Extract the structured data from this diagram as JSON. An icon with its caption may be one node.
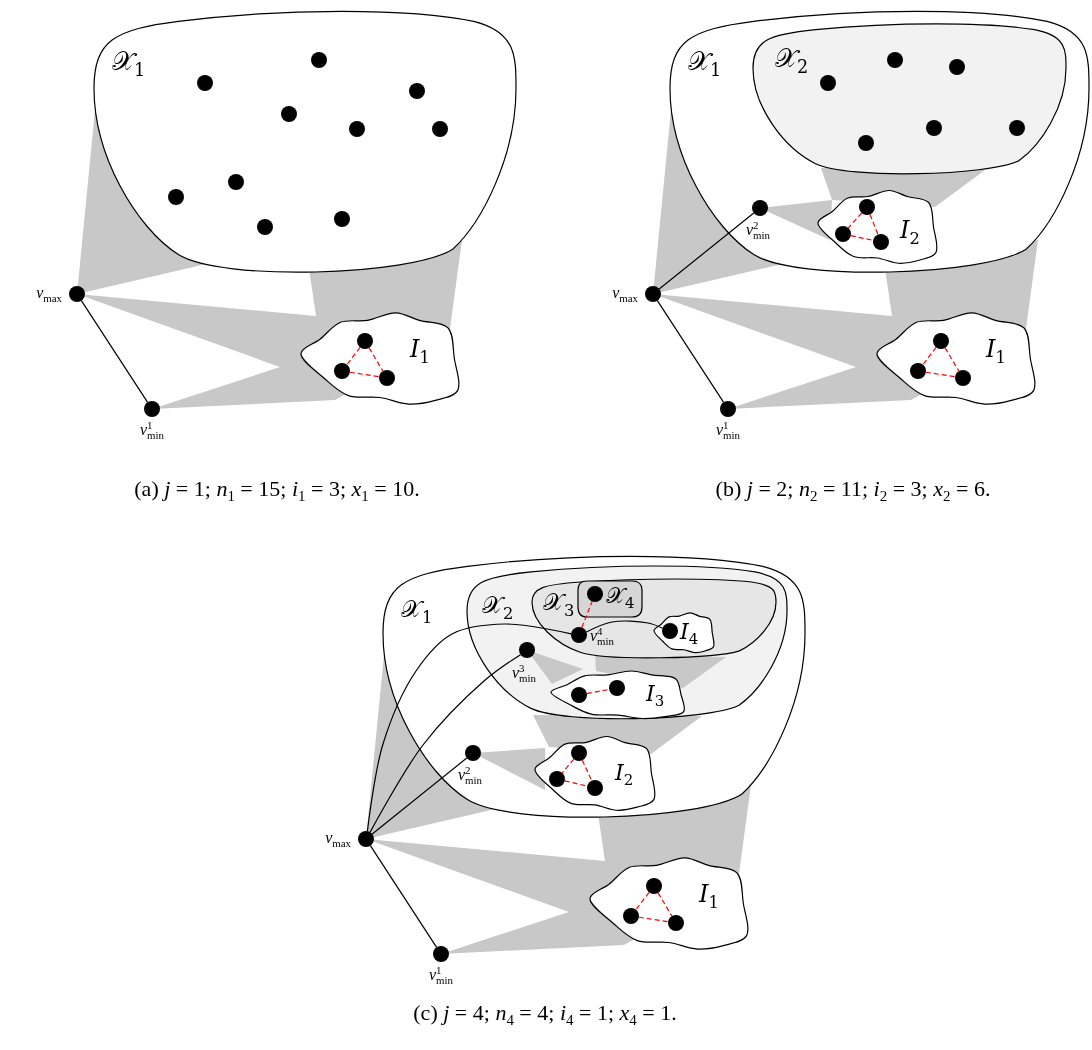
{
  "diagram": {
    "nodes": [
      {
        "text": [
          "𝒳$_{1}$"
        ]
      },
      {
        "text": [
          "*I*$_{1}$"
        ]
      },
      {
        "text": [],
        "shape": "circle",
        "in": 0
      },
      {
        "text": [],
        "shape": "circle",
        "in": 0
      },
      {
        "text": [],
        "shape": "circle",
        "in": 0
      },
      {
        "text": [],
        "shape": "circle",
        "in": 0
      },
      {
        "text": [],
        "shape": "circle",
        "in": 0
      },
      {
        "text": [],
        "shape": "circle",
        "in": 0
      },
      {
        "text": [],
        "shape": "circle",
        "in": 0
      },
      {
        "text": [],
        "shape": "circle",
        "in": 0
      },
      {
        "text": [],
        "shape": "circle",
        "in": 0
      },
      {
        "text": [],
        "shape": "circle",
        "in": 0
      },
      {
        "text": [],
        "shape": "circle",
        "in": 1
      },
      {
        "text": [],
        "shape": "circle",
        "in": 1
      },
      {
        "text": [],
        "shape": "circle",
        "in": 1
      },
      {
        "text": [],
        "shape": "circle",
        "beside": [
          "*v*$_{max}$"
        ]
      },
      {
        "text": [],
        "shape": "circle",
        "beside": [
          "*v*$^{1}$$_{min}$"
        ]
      },
      {
        "text": [
          "𝒳$_{1}$"
        ]
      },
      {
        "text": [
          "𝒳$_{2}$"
        ],
        "in": 17
      },
      {
        "text": [
          "*I*$_{2}$"
        ],
        "in": 17
      },
      {
        "text": [
          "*I*$_{1}$"
        ]
      },
      {
        "text": [],
        "shape": "circle",
        "in": 18
      },
      {
        "text": [],
        "shape": "circle",
        "in": 18
      },
      {
        "text": [],
        "shape": "circle",
        "in": 18
      },
      {
        "text": [],
        "shape": "circle",
        "in": 18
      },
      {
        "text": [],
        "shape": "circle",
        "in": 18
      },
      {
        "text": [],
        "shape": "circle",
        "in": 18
      },
      {
        "text": [],
        "shape": "circle",
        "in": 19
      },
      {
        "text": [],
        "shape": "circle",
        "in": 19
      },
      {
        "text": [],
        "shape": "circle",
        "in": 19
      },
      {
        "text": [],
        "shape": "circle",
        "in": 20
      },
      {
        "text": [],
        "shape": "circle",
        "in": 20
      },
      {
        "text": [],
        "shape": "circle",
        "in": 20
      },
      {
        "text": [],
        "shape": "circle",
        "in": 17,
        "beside": [
          "*v*$^{2}$$_{min}$"
        ]
      },
      {
        "text": [],
        "shape": "circle",
        "beside": [
          "*v*$_{max}$"
        ]
      },
      {
        "text": [],
        "shape": "circle",
        "beside": [
          "*v*$^{1}$$_{min}$"
        ]
      },
      {
        "text": [
          "𝒳$_{1}$"
        ]
      },
      {
        "text": [
          "𝒳$_{2}$"
        ],
        "in": 36
      },
      {
        "text": [
          "𝒳$_{3}$"
        ],
        "in": 37
      },
      {
        "text": [
          "𝒳$_{4}$"
        ],
        "in": 38
      },
      {
        "text": [
          "*I*$_{4}$"
        ],
        "in": 38
      },
      {
        "text": [
          "*I*$_{3}$"
        ],
        "in": 37
      },
      {
        "text": [
          "*I*$_{2}$"
        ],
        "in": 36
      },
      {
        "text": [
          "*I*$_{1}$"
        ]
      },
      {
        "text": [],
        "shape": "circle",
        "in": 39
      },
      {
        "text": [],
        "shape": "circle",
        "in": 38,
        "beside": [
          "*v*$^{4}$$_{min}$"
        ]
      },
      {
        "text": [],
        "shape": "circle",
        "in": 40
      },
      {
        "text": [],
        "shape": "circle",
        "in": 37,
        "beside": [
          "*v*$^{3}$$_{min}$"
        ]
      },
      {
        "text": [],
        "shape": "circle",
        "in": 41
      },
      {
        "text": [],
        "shape": "circle",
        "in": 41
      },
      {
        "text": [],
        "shape": "circle",
        "in": 36,
        "beside": [
          "*v*$^{2}$$_{min}$"
        ]
      },
      {
        "text": [],
        "shape": "circle",
        "in": 42
      },
      {
        "text": [],
        "shape": "circle",
        "in": 42
      },
      {
        "text": [],
        "shape": "circle",
        "in": 42
      },
      {
        "text": [],
        "shape": "circle",
        "in": 43
      },
      {
        "text": [],
        "shape": "circle",
        "in": 43
      },
      {
        "text": [],
        "shape": "circle",
        "in": 43
      },
      {
        "text": [],
        "shape": "circle",
        "beside": [
          "*v*$_{max}$"
        ]
      },
      {
        "text": [],
        "shape": "circle",
        "beside": [
          "*v*$^{1}$$_{min}$"
        ]
      }
    ],
    "edges": [
      {
        "from": 15,
        "to": 16,
        "arrow": "none",
        "color": "#000000"
      },
      {
        "from": 12,
        "to": 13,
        "arrow": "none",
        "style": "dashed",
        "color": "#ff0000"
      },
      {
        "from": 13,
        "to": 14,
        "arrow": "none",
        "style": "dashed",
        "color": "#ff0000"
      },
      {
        "from": 12,
        "to": 14,
        "arrow": "none",
        "style": "dashed",
        "color": "#ff0000"
      },
      {
        "from": 34,
        "to": 33,
        "arrow": "none",
        "color": "#000000"
      },
      {
        "from": 34,
        "to": 35,
        "arrow": "none",
        "color": "#000000"
      },
      {
        "from": 27,
        "to": 28,
        "arrow": "none",
        "style": "dashed",
        "color": "#ff0000"
      },
      {
        "from": 28,
        "to": 29,
        "arrow": "none",
        "style": "dashed",
        "color": "#ff0000"
      },
      {
        "from": 27,
        "to": 29,
        "arrow": "none",
        "style": "dashed",
        "color": "#ff0000"
      },
      {
        "from": 30,
        "to": 31,
        "arrow": "none",
        "style": "dashed",
        "color": "#ff0000"
      },
      {
        "from": 31,
        "to": 32,
        "arrow": "none",
        "style": "dashed",
        "color": "#ff0000"
      },
      {
        "from": 30,
        "to": 32,
        "arrow": "none",
        "style": "dashed",
        "color": "#ff0000"
      },
      {
        "from": 57,
        "to": 45,
        "arrow": "none",
        "color": "#000000"
      },
      {
        "from": 57,
        "to": 47,
        "arrow": "none",
        "color": "#000000"
      },
      {
        "from": 57,
        "to": 50,
        "arrow": "none",
        "color": "#000000"
      },
      {
        "from": 57,
        "to": 58,
        "arrow": "none",
        "color": "#000000"
      },
      {
        "from": 45,
        "to": 44,
        "arrow": "none",
        "style": "dashed",
        "color": "#ff0000"
      },
      {
        "from": 45,
        "to": 46,
        "arrow": "none",
        "color": "#000000"
      },
      {
        "from": 48,
        "to": 49,
        "arrow": "none",
        "style": "dashed",
        "color": "#ff0000"
      },
      {
        "from": 51,
        "to": 52,
        "arrow": "none",
        "style": "dashed",
        "color": "#ff0000"
      },
      {
        "from": 52,
        "to": 53,
        "arrow": "none",
        "style": "dashed",
        "color": "#ff0000"
      },
      {
        "from": 51,
        "to": 53,
        "arrow": "none",
        "style": "dashed",
        "color": "#ff0000"
      },
      {
        "from": 54,
        "to": 55,
        "arrow": "none",
        "style": "dashed",
        "color": "#ff0000"
      },
      {
        "from": 55,
        "to": 56,
        "arrow": "none",
        "style": "dashed",
        "color": "#ff0000"
      },
      {
        "from": 54,
        "to": 56,
        "arrow": "none",
        "style": "dashed",
        "color": "#ff0000"
      }
    ],
    "labels": [
      "(a) *j* = 1; *n*$_{1}$ = 15; *i*$_{1}$ = 3; *x*$_{1}$ = 10.",
      "(b) *j* = 2; *n*$_{2}$ = 11; *i*$_{2}$ = 3; *x*$_{2}$ = 6.",
      "(c) *j* = 4; *n*$_{4}$ = 4; *i*$_{4}$ = 1; *x*$_{4}$ = 1."
    ]
  }
}
